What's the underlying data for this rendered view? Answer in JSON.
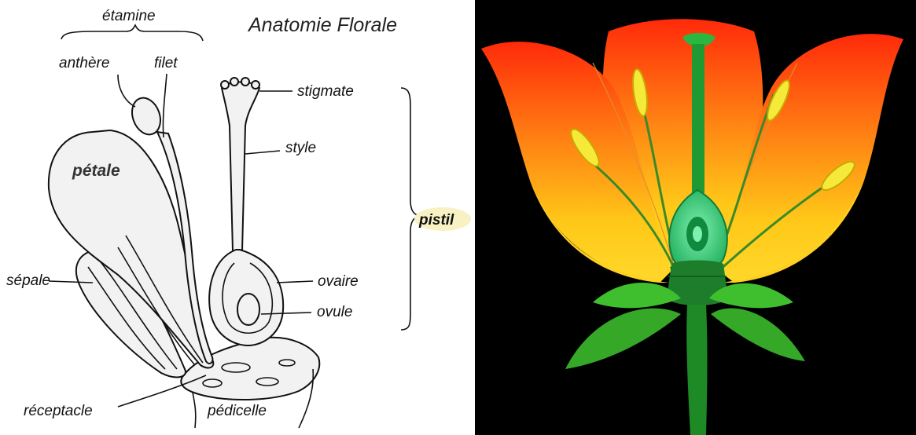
{
  "diagram_left": {
    "title": "Anatomie Florale",
    "labels": {
      "etamine": "étamine",
      "anthere": "anthère",
      "filet": "filet",
      "stigmate": "stigmate",
      "style": "style",
      "petale": "pétale",
      "pistil": "pistil",
      "sepale": "sépale",
      "ovaire": "ovaire",
      "ovule": "ovule",
      "receptacle": "réceptacle",
      "pedicelle": "pédicelle"
    }
  },
  "diagram_right": {
    "colors": {
      "background": "#000000",
      "petal_top": "#ff3a10",
      "petal_bottom": "#ffd21a",
      "anther": "#f5ea3a",
      "stem": "#1e8a26",
      "leaf": "#3fbf2e",
      "ovary": "#2ecc71"
    }
  }
}
